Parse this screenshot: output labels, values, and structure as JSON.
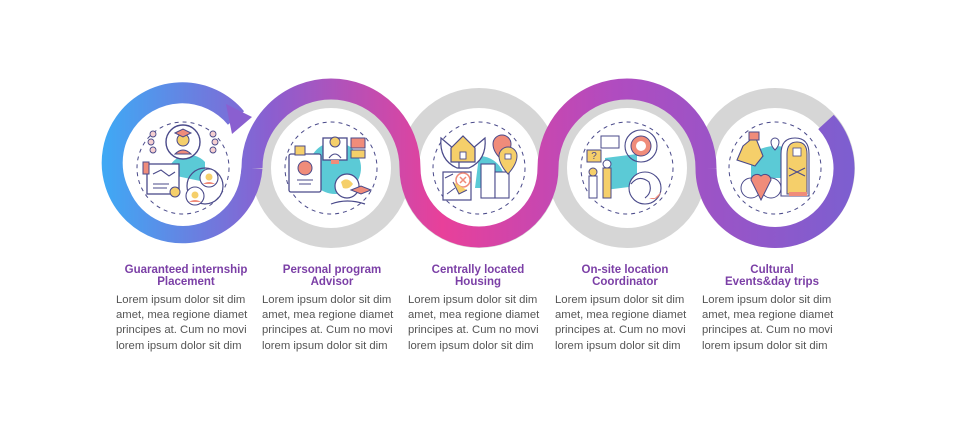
{
  "colors": {
    "ring_gray": "#d6d6d6",
    "gradient_stops": [
      "#3fa9f5",
      "#8a5fd0",
      "#e8409a",
      "#b04cc0",
      "#7c5fd0"
    ],
    "title_color": "#7b3fa6",
    "body_color": "#555555",
    "icon_accent_teal": "#5bcad6",
    "icon_accent_salmon": "#f08c7a",
    "icon_accent_yellow": "#f5cf6a",
    "icon_stroke": "#4a4a8a"
  },
  "steps": [
    {
      "title_line1": "Guaranteed internship",
      "title_line2": "Placement",
      "icon": "graduate-handshake-globe-icon",
      "body": [
        "Lorem ipsum dolor sit dim",
        "amet, mea regione diamet",
        "principes at. Cum no movi",
        "lorem ipsum dolor sit dim"
      ]
    },
    {
      "title_line1": "Personal program",
      "title_line2": "Advisor",
      "icon": "advisor-passport-globe-icon",
      "body": [
        "Lorem ipsum dolor sit dim",
        "amet, mea regione diamet",
        "principes at. Cum no movi",
        "lorem ipsum dolor sit dim"
      ]
    },
    {
      "title_line1": "Centrally located",
      "title_line2": "Housing",
      "icon": "house-map-pin-icon",
      "body": [
        "Lorem ipsum dolor sit dim",
        "amet, mea regione diamet",
        "principes at. Cum no movi",
        "lorem ipsum dolor sit dim"
      ]
    },
    {
      "title_line1": "On-site location",
      "title_line2": "Coordinator",
      "icon": "coordinator-clock-gear-icon",
      "body": [
        "Lorem ipsum dolor sit dim",
        "amet, mea regione diamet",
        "principes at. Cum no movi",
        "lorem ipsum dolor sit dim"
      ]
    },
    {
      "title_line1": "Cultural",
      "title_line2": "Events&day trips",
      "icon": "sneaker-balloons-sarcophagus-icon",
      "body": [
        "Lorem ipsum dolor sit dim",
        "amet, mea regione diamet",
        "principes at. Cum no movi",
        "lorem ipsum dolor sit dim"
      ]
    }
  ]
}
